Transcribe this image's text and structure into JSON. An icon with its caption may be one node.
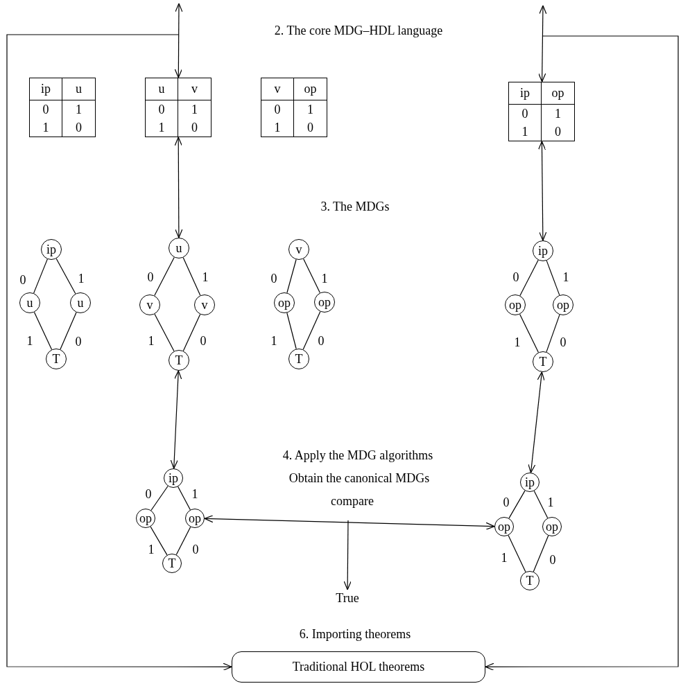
{
  "diagram": {
    "nodes": [
      {
        "text": [
          "ip",
          "u",
          "0",
          "1",
          "1",
          "0"
        ]
      },
      {
        "text": [
          "u",
          "v",
          "0",
          "1",
          "1",
          "0"
        ]
      },
      {
        "text": [
          "v",
          "op",
          "0",
          "1",
          "1",
          "0"
        ]
      },
      {
        "text": [
          "ip",
          "op",
          "0",
          "1",
          "1",
          "0"
        ]
      },
      {
        "text": [
          "ip"
        ]
      },
      {
        "text": [
          "u"
        ]
      },
      {
        "text": [
          "u"
        ]
      },
      {
        "text": [
          "T"
        ]
      },
      {
        "text": [
          "u"
        ]
      },
      {
        "text": [
          "v"
        ]
      },
      {
        "text": [
          "v"
        ]
      },
      {
        "text": [
          "T"
        ]
      },
      {
        "text": [
          "v"
        ]
      },
      {
        "text": [
          "op"
        ]
      },
      {
        "text": [
          "op"
        ]
      },
      {
        "text": [
          "T"
        ]
      },
      {
        "text": [
          "ip"
        ]
      },
      {
        "text": [
          "op"
        ]
      },
      {
        "text": [
          "op"
        ]
      },
      {
        "text": [
          "T"
        ]
      },
      {
        "text": [
          "ip"
        ]
      },
      {
        "text": [
          "op"
        ]
      },
      {
        "text": [
          "op"
        ]
      },
      {
        "text": [
          "T"
        ]
      },
      {
        "text": [
          "ip"
        ]
      },
      {
        "text": [
          "op"
        ]
      },
      {
        "text": [
          "op"
        ]
      },
      {
        "text": [
          "T"
        ]
      },
      {
        "text": [
          "True"
        ]
      },
      {
        "text": [
          "Traditional HOL theorems"
        ]
      }
    ],
    "edges": [
      {
        "from": null,
        "to": 1,
        "arrow": "both"
      },
      {
        "from": null,
        "to": 3,
        "arrow": "both"
      },
      {
        "from": null,
        "to": 29,
        "arrow": "to"
      },
      {
        "from": null,
        "to": 29,
        "arrow": "to"
      },
      {
        "from": 1,
        "to": 8,
        "arrow": "both"
      },
      {
        "from": 3,
        "to": 16,
        "arrow": "both"
      },
      {
        "from": 4,
        "to": 5,
        "arrow": "none",
        "label": "0"
      },
      {
        "from": 4,
        "to": 6,
        "arrow": "none",
        "label": "1"
      },
      {
        "from": 5,
        "to": 7,
        "arrow": "none",
        "label": "1"
      },
      {
        "from": 6,
        "to": 7,
        "arrow": "none",
        "label": "0"
      },
      {
        "from": 8,
        "to": 9,
        "arrow": "none",
        "label": "0"
      },
      {
        "from": 8,
        "to": 10,
        "arrow": "none",
        "label": "1"
      },
      {
        "from": 9,
        "to": 11,
        "arrow": "none",
        "label": "1"
      },
      {
        "from": 10,
        "to": 11,
        "arrow": "none",
        "label": "0"
      },
      {
        "from": 12,
        "to": 13,
        "arrow": "none",
        "label": "0"
      },
      {
        "from": 12,
        "to": 14,
        "arrow": "none",
        "label": "1"
      },
      {
        "from": 13,
        "to": 15,
        "arrow": "none",
        "label": "1"
      },
      {
        "from": 14,
        "to": 15,
        "arrow": "none",
        "label": "0"
      },
      {
        "from": 16,
        "to": 17,
        "arrow": "none",
        "label": "0"
      },
      {
        "from": 16,
        "to": 18,
        "arrow": "none",
        "label": "1"
      },
      {
        "from": 17,
        "to": 19,
        "arrow": "none",
        "label": "1"
      },
      {
        "from": 18,
        "to": 19,
        "arrow": "none",
        "label": "0"
      },
      {
        "from": 11,
        "to": 20,
        "arrow": "both"
      },
      {
        "from": 19,
        "to": 24,
        "arrow": "both"
      },
      {
        "from": 20,
        "to": 21,
        "arrow": "none",
        "label": "0"
      },
      {
        "from": 20,
        "to": 22,
        "arrow": "none",
        "label": "1"
      },
      {
        "from": 21,
        "to": 23,
        "arrow": "none",
        "label": "1"
      },
      {
        "from": 22,
        "to": 23,
        "arrow": "none",
        "label": "0"
      },
      {
        "from": 24,
        "to": 25,
        "arrow": "none",
        "label": "0"
      },
      {
        "from": 24,
        "to": 26,
        "arrow": "none",
        "label": "1"
      },
      {
        "from": 25,
        "to": 27,
        "arrow": "none",
        "label": "1"
      },
      {
        "from": 26,
        "to": 27,
        "arrow": "none",
        "label": "0"
      },
      {
        "from": 22,
        "to": 25,
        "arrow": "both"
      },
      {
        "from": null,
        "to": 28,
        "arrow": "to"
      }
    ],
    "labels": [
      "2. The core MDG–HDL language",
      "3. The MDGs",
      "4. Apply the MDG algorithms",
      "Obtain the canonical MDGs",
      "compare",
      "6. Importing theorems"
    ]
  }
}
